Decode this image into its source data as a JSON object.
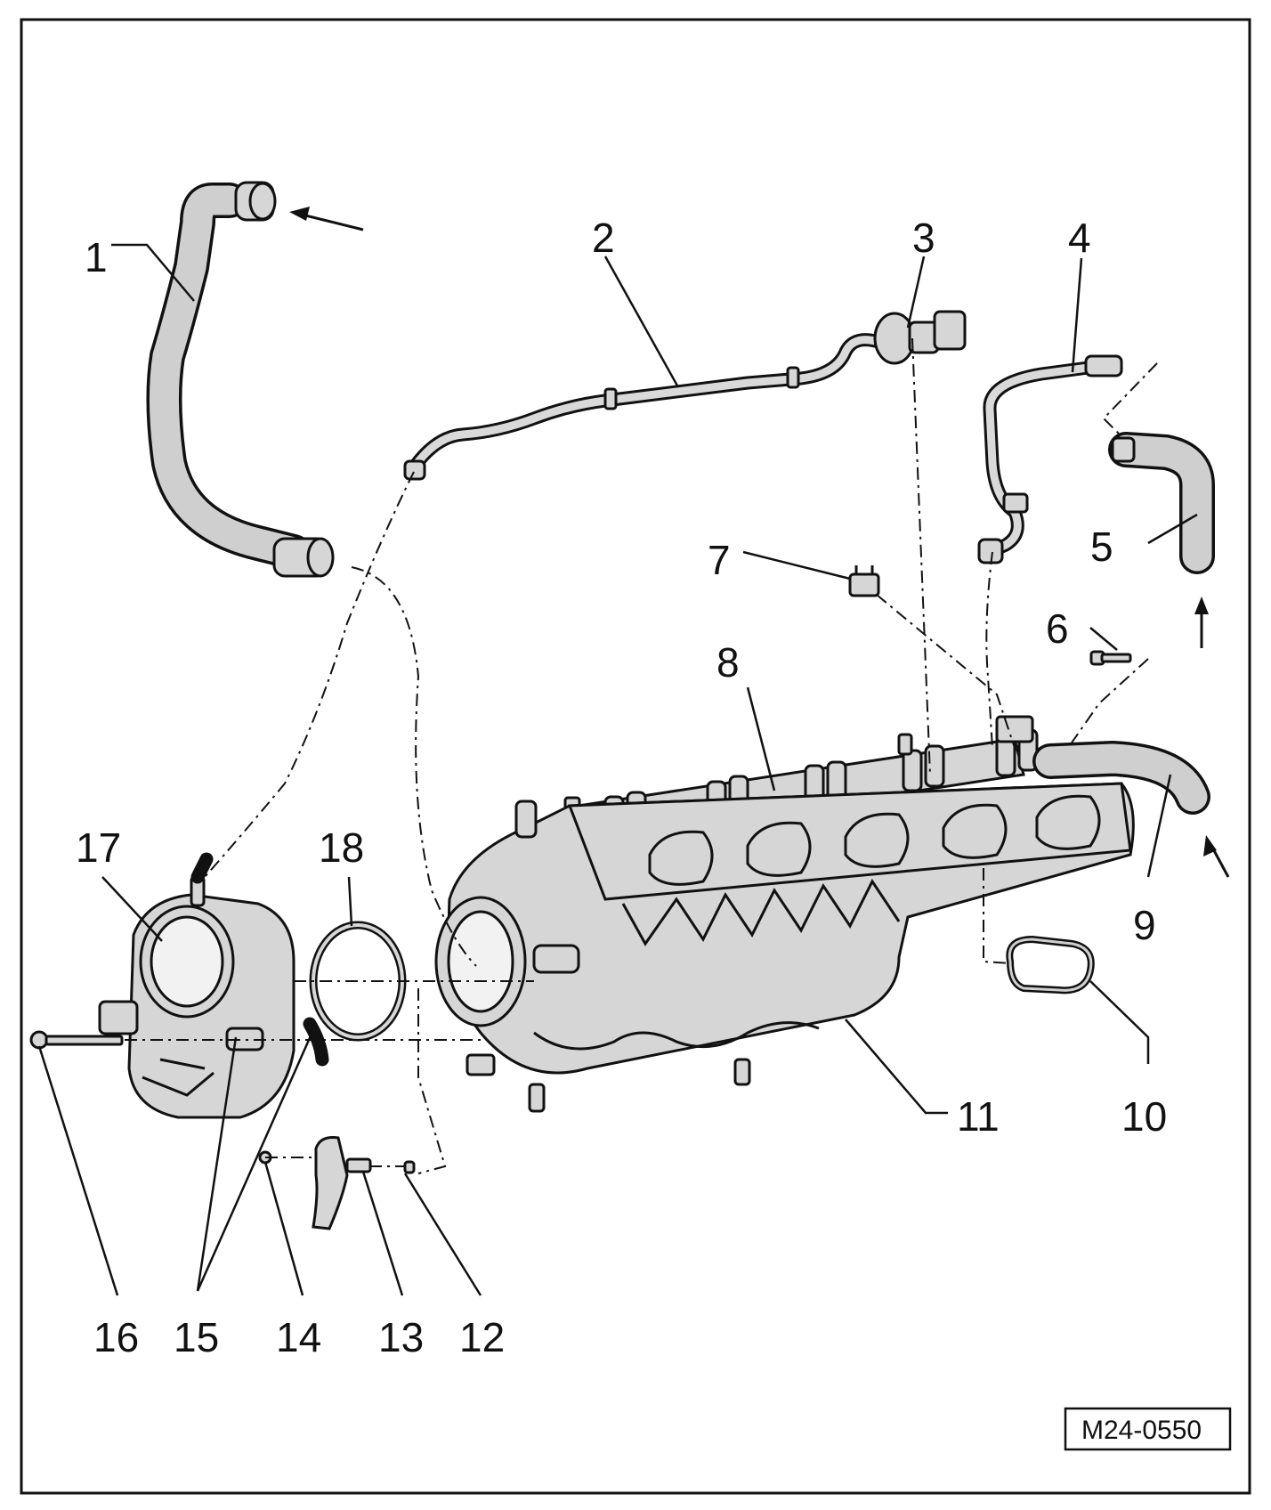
{
  "figure": {
    "reference": "M24-0550",
    "callouts": [
      {
        "id": "1",
        "text": "1"
      },
      {
        "id": "2",
        "text": "2"
      },
      {
        "id": "3",
        "text": "3"
      },
      {
        "id": "4",
        "text": "4"
      },
      {
        "id": "5",
        "text": "5"
      },
      {
        "id": "6",
        "text": "6"
      },
      {
        "id": "7",
        "text": "7"
      },
      {
        "id": "8",
        "text": "8"
      },
      {
        "id": "9",
        "text": "9"
      },
      {
        "id": "10",
        "text": "10"
      },
      {
        "id": "11",
        "text": "11"
      },
      {
        "id": "12",
        "text": "12"
      },
      {
        "id": "13",
        "text": "13"
      },
      {
        "id": "14",
        "text": "14"
      },
      {
        "id": "15",
        "text": "15"
      },
      {
        "id": "16",
        "text": "16"
      },
      {
        "id": "17",
        "text": "17"
      },
      {
        "id": "18",
        "text": "18"
      }
    ]
  }
}
